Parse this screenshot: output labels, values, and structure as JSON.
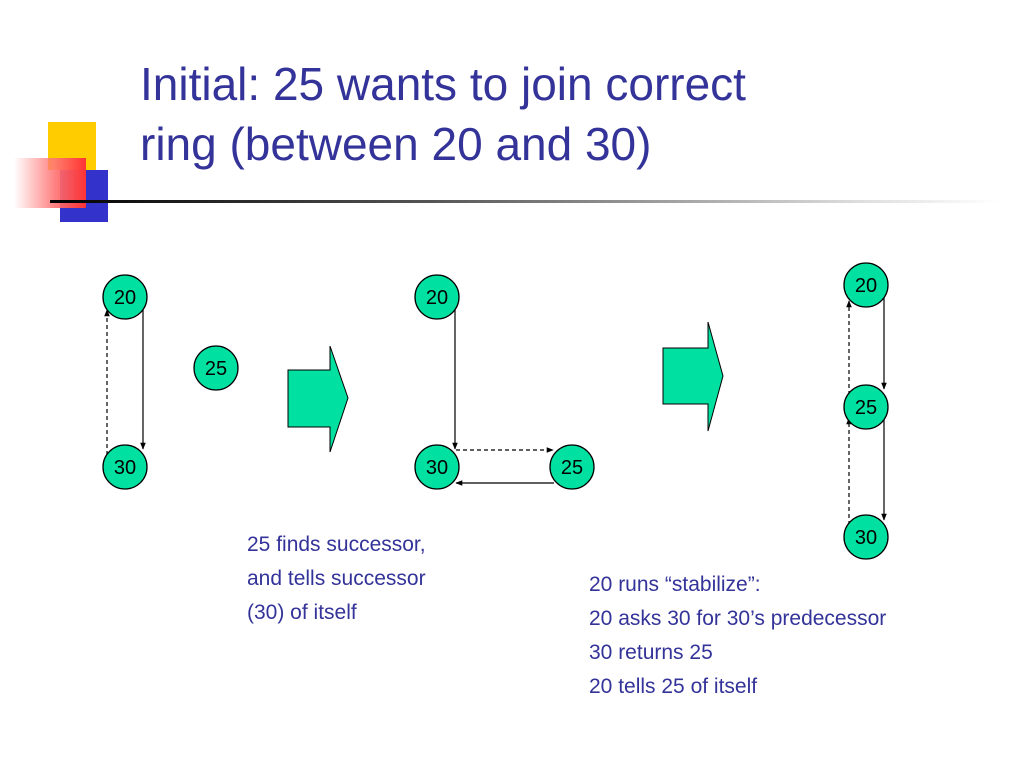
{
  "title": {
    "line1": "Initial:  25 wants to join correct",
    "line2": "ring (between 20 and 30)"
  },
  "stage1": {
    "top": "20",
    "middle": "25",
    "bottom": "30"
  },
  "stage2": {
    "top": "20",
    "bottom_left": "30",
    "bottom_right": "25"
  },
  "stage3": {
    "top": "20",
    "middle": "25",
    "bottom": "30"
  },
  "captions": {
    "stage2": [
      "25 finds successor,",
      "and tells successor",
      "(30) of itself"
    ],
    "stage3": [
      "20 runs “stabilize”:",
      "20 asks 30 for 30’s predecessor",
      "30 returns 25",
      "20 tells 25 of itself"
    ]
  },
  "colors": {
    "title": "#333399",
    "node": "#00e0a0",
    "arrow_fill": "#00e0a0"
  }
}
